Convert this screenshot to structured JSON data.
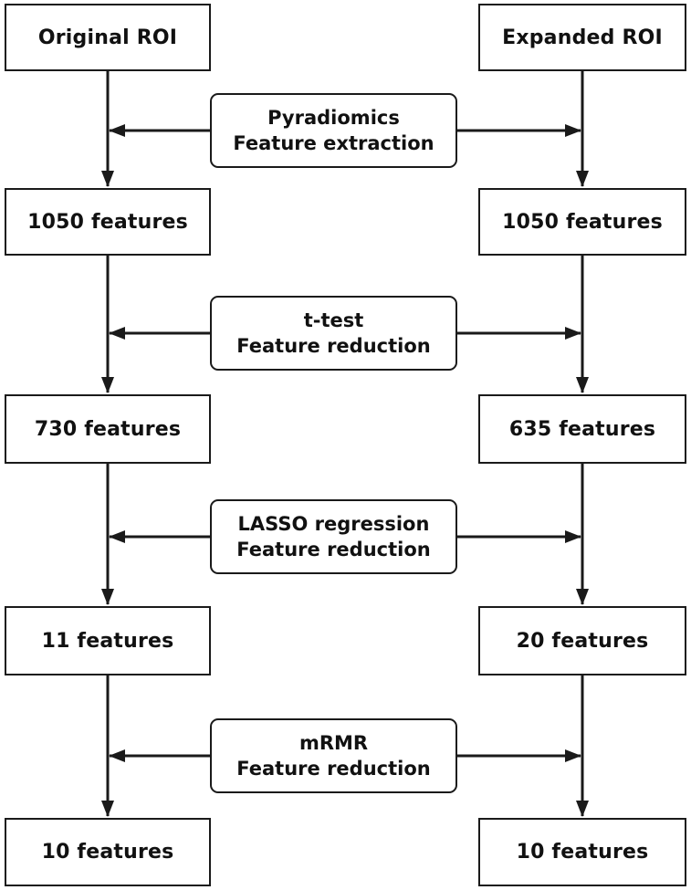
{
  "columns": {
    "left": {
      "title": "Original ROI",
      "stages": [
        "1050 features",
        "730 features",
        "11 features",
        "10 features"
      ]
    },
    "right": {
      "title": "Expanded ROI",
      "stages": [
        "1050 features",
        "635 features",
        "20 features",
        "10 features"
      ]
    }
  },
  "steps": [
    {
      "method": "Pyradiomics",
      "action": "Feature extraction"
    },
    {
      "method": "t-test",
      "action": "Feature reduction"
    },
    {
      "method": "LASSO regression",
      "action": "Feature reduction"
    },
    {
      "method": "mRMR",
      "action": "Feature reduction"
    }
  ],
  "colors": {
    "line": "#1a1a1a",
    "background": "#ffffff"
  }
}
